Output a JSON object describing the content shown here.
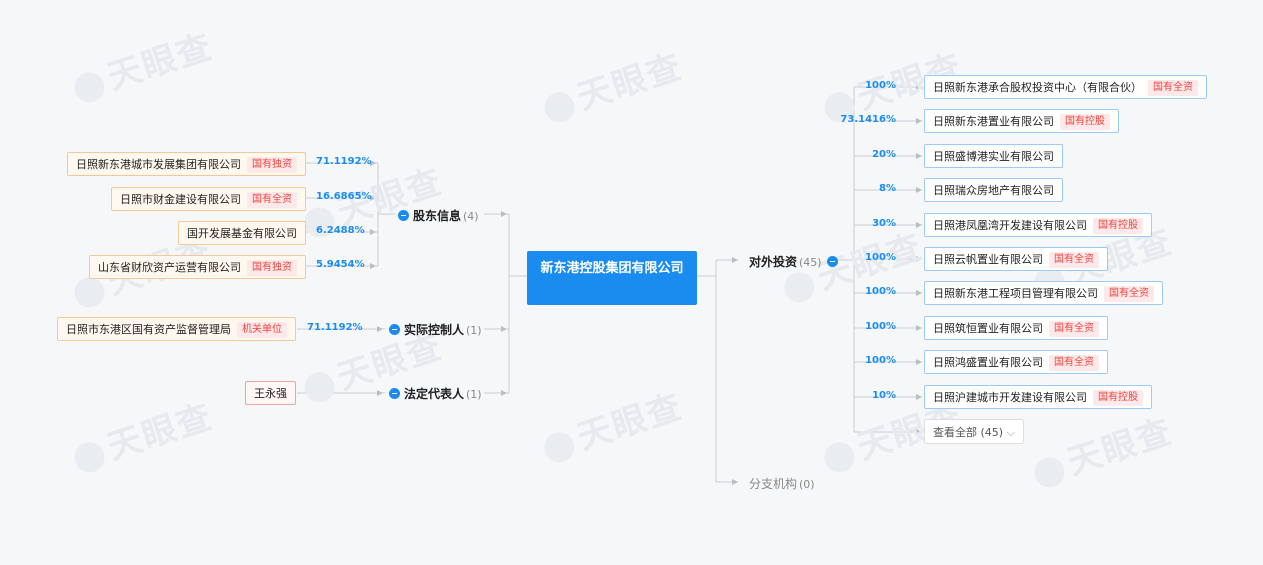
{
  "watermark": "天眼查",
  "center": {
    "name": "新东港控股集团有限公司"
  },
  "shareholders": {
    "label": "股东信息",
    "count": "(4)",
    "items": [
      {
        "name": "日照新东港城市发展集团有限公司",
        "tag": "国有独资",
        "pct": "71.1192%"
      },
      {
        "name": "日照市财金建设有限公司",
        "tag": "国有全资",
        "pct": "16.6865%"
      },
      {
        "name": "国开发展基金有限公司",
        "tag": "",
        "pct": "6.2488%"
      },
      {
        "name": "山东省财欣资产运营有限公司",
        "tag": "国有独资",
        "pct": "5.9454%"
      }
    ]
  },
  "controller": {
    "label": "实际控制人",
    "count": "(1)",
    "item": {
      "name": "日照市东港区国有资产监督管理局",
      "tag": "机关单位",
      "pct": "71.1192%"
    }
  },
  "legal_rep": {
    "label": "法定代表人",
    "count": "(1)",
    "item": {
      "name": "王永强"
    }
  },
  "investments": {
    "label": "对外投资",
    "count": "(45)",
    "items": [
      {
        "name": "日照新东港承合股权投资中心（有限合伙）",
        "tag": "国有全资",
        "pct": "100%"
      },
      {
        "name": "日照新东港置业有限公司",
        "tag": "国有控股",
        "pct": "73.1416%"
      },
      {
        "name": "日照盛博港实业有限公司",
        "tag": "",
        "pct": "20%"
      },
      {
        "name": "日照瑞众房地产有限公司",
        "tag": "",
        "pct": "8%"
      },
      {
        "name": "日照港凤凰湾开发建设有限公司",
        "tag": "国有控股",
        "pct": "30%"
      },
      {
        "name": "日照云帆置业有限公司",
        "tag": "国有全资",
        "pct": "100%"
      },
      {
        "name": "日照新东港工程项目管理有限公司",
        "tag": "国有全资",
        "pct": "100%"
      },
      {
        "name": "日照筑恒置业有限公司",
        "tag": "国有全资",
        "pct": "100%"
      },
      {
        "name": "日照鸿盛置业有限公司",
        "tag": "国有全资",
        "pct": "100%"
      },
      {
        "name": "日照沪建城市开发建设有限公司",
        "tag": "国有控股",
        "pct": "10%"
      }
    ],
    "more": "查看全部 (45)"
  },
  "branches": {
    "label": "分支机构",
    "count": "(0)"
  },
  "colors": {
    "primary": "#1a8cf0",
    "tag_red": "#f0433e",
    "line": "#c8cdd3"
  }
}
